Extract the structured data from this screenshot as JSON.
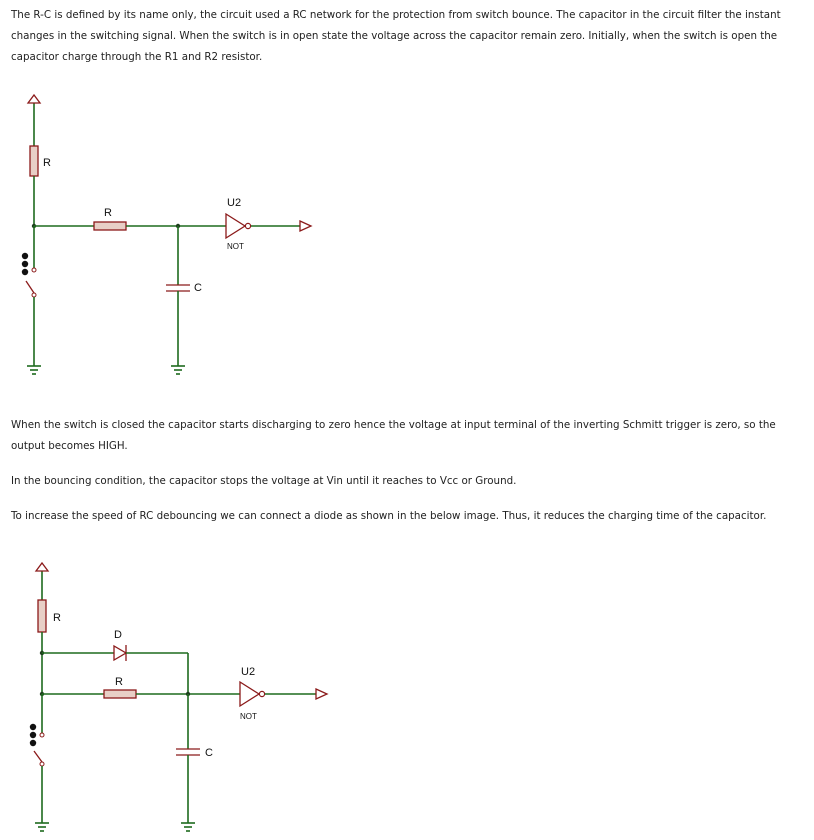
{
  "paragraphs": {
    "p1": "The R-C is defined by its name only, the circuit used a RC network for the protection from switch bounce. The capacitor in the circuit filter the instant changes in the switching signal. When the switch is in open state the voltage across the capacitor remain zero. Initially, when the switch is open the capacitor charge through the R1 and R2 resistor.",
    "p2": "When the switch is closed the capacitor starts discharging to zero hence the voltage at input terminal of the inverting Schmitt trigger is zero, so the output becomes HIGH.",
    "p3": "In the bouncing condition, the capacitor stops the voltage at Vin until it reaches to Vcc or Ground.",
    "p4": "To increase the speed of RC debouncing we can connect a diode as shown in the below image. Thus, it reduces the charging time of the capacitor."
  },
  "circuit1": {
    "r_top": "R",
    "r_series": "R",
    "capacitor": "C",
    "gate_ref": "U2",
    "gate_type": "NOT"
  },
  "circuit2": {
    "r_top": "R",
    "diode": "D",
    "r_series": "R",
    "capacitor": "C",
    "gate_ref": "U2",
    "gate_type": "NOT"
  },
  "colors": {
    "wire": "#1e6b1e",
    "component": "#8b1a1a",
    "resistor_fill": "#e8cfc6"
  }
}
